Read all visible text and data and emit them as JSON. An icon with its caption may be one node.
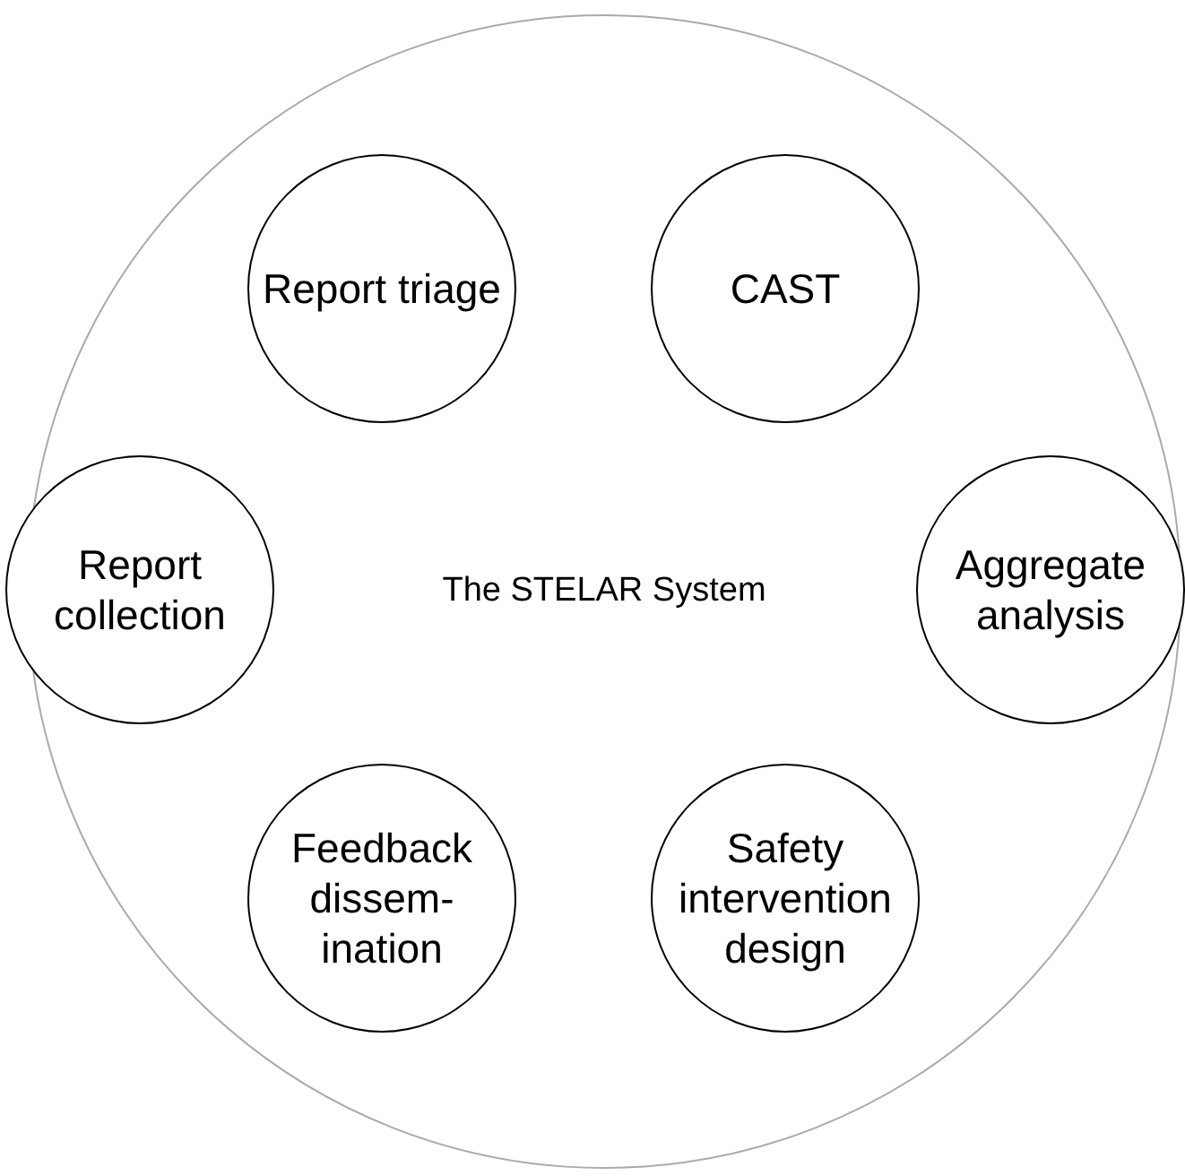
{
  "diagram": {
    "nodes": [
      {
        "text": [
          "The STELAR System"
        ]
      },
      {
        "text": [
          "Report triage"
        ],
        "in": 0
      },
      {
        "text": [
          "CAST"
        ],
        "in": 0
      },
      {
        "text": [
          "Report collection"
        ],
        "in": 0
      },
      {
        "text": [
          "Aggregate analysis"
        ],
        "in": 0
      },
      {
        "text": [
          "Feedback dissem- ination"
        ],
        "in": 0
      },
      {
        "text": [
          "Safety intervention design"
        ],
        "in": 0
      }
    ]
  }
}
